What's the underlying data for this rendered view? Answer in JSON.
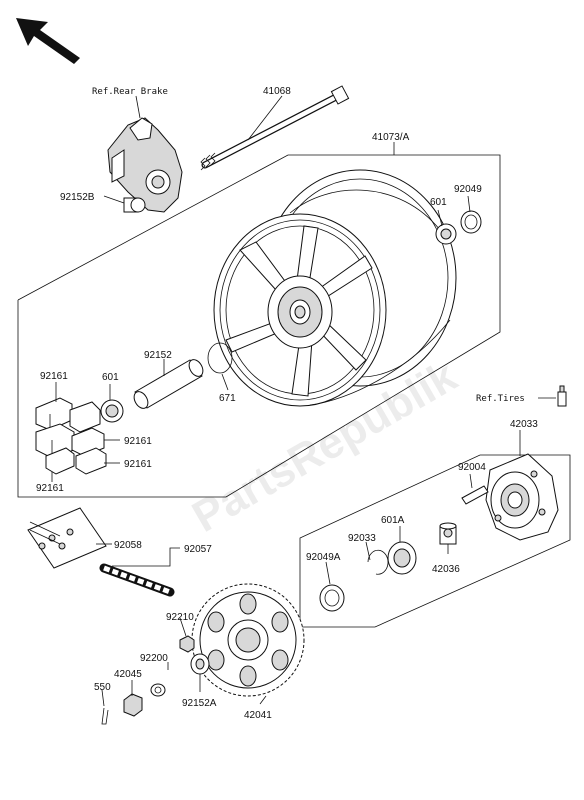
{
  "watermark": "PartsRepublik",
  "icons": {
    "direction": "arrow-up-left-icon"
  },
  "refs": {
    "rear_brake": "Ref.Rear Brake",
    "tires": "Ref.Tires"
  },
  "labels": {
    "axle": "41068",
    "wheel": "41073/A",
    "collar_b": "92152B",
    "bearing_r": "601",
    "seal_r": "92049",
    "collar": "92152",
    "oring": "671",
    "damper_tl": "92161",
    "bearing_l": "601",
    "damper_m1": "92161",
    "damper_m2": "92161",
    "damper_bl": "92161",
    "coupling": "42033",
    "stud": "92004",
    "bearing_a": "601A",
    "circlip": "92033",
    "seal_a": "92049A",
    "collar_c": "42036",
    "chain_joint": "92058",
    "chain": "92057",
    "nut": "92210",
    "washer": "92200",
    "sprocket_nut": "42045",
    "pin": "550",
    "collar_a": "92152A",
    "sprocket": "42041"
  }
}
